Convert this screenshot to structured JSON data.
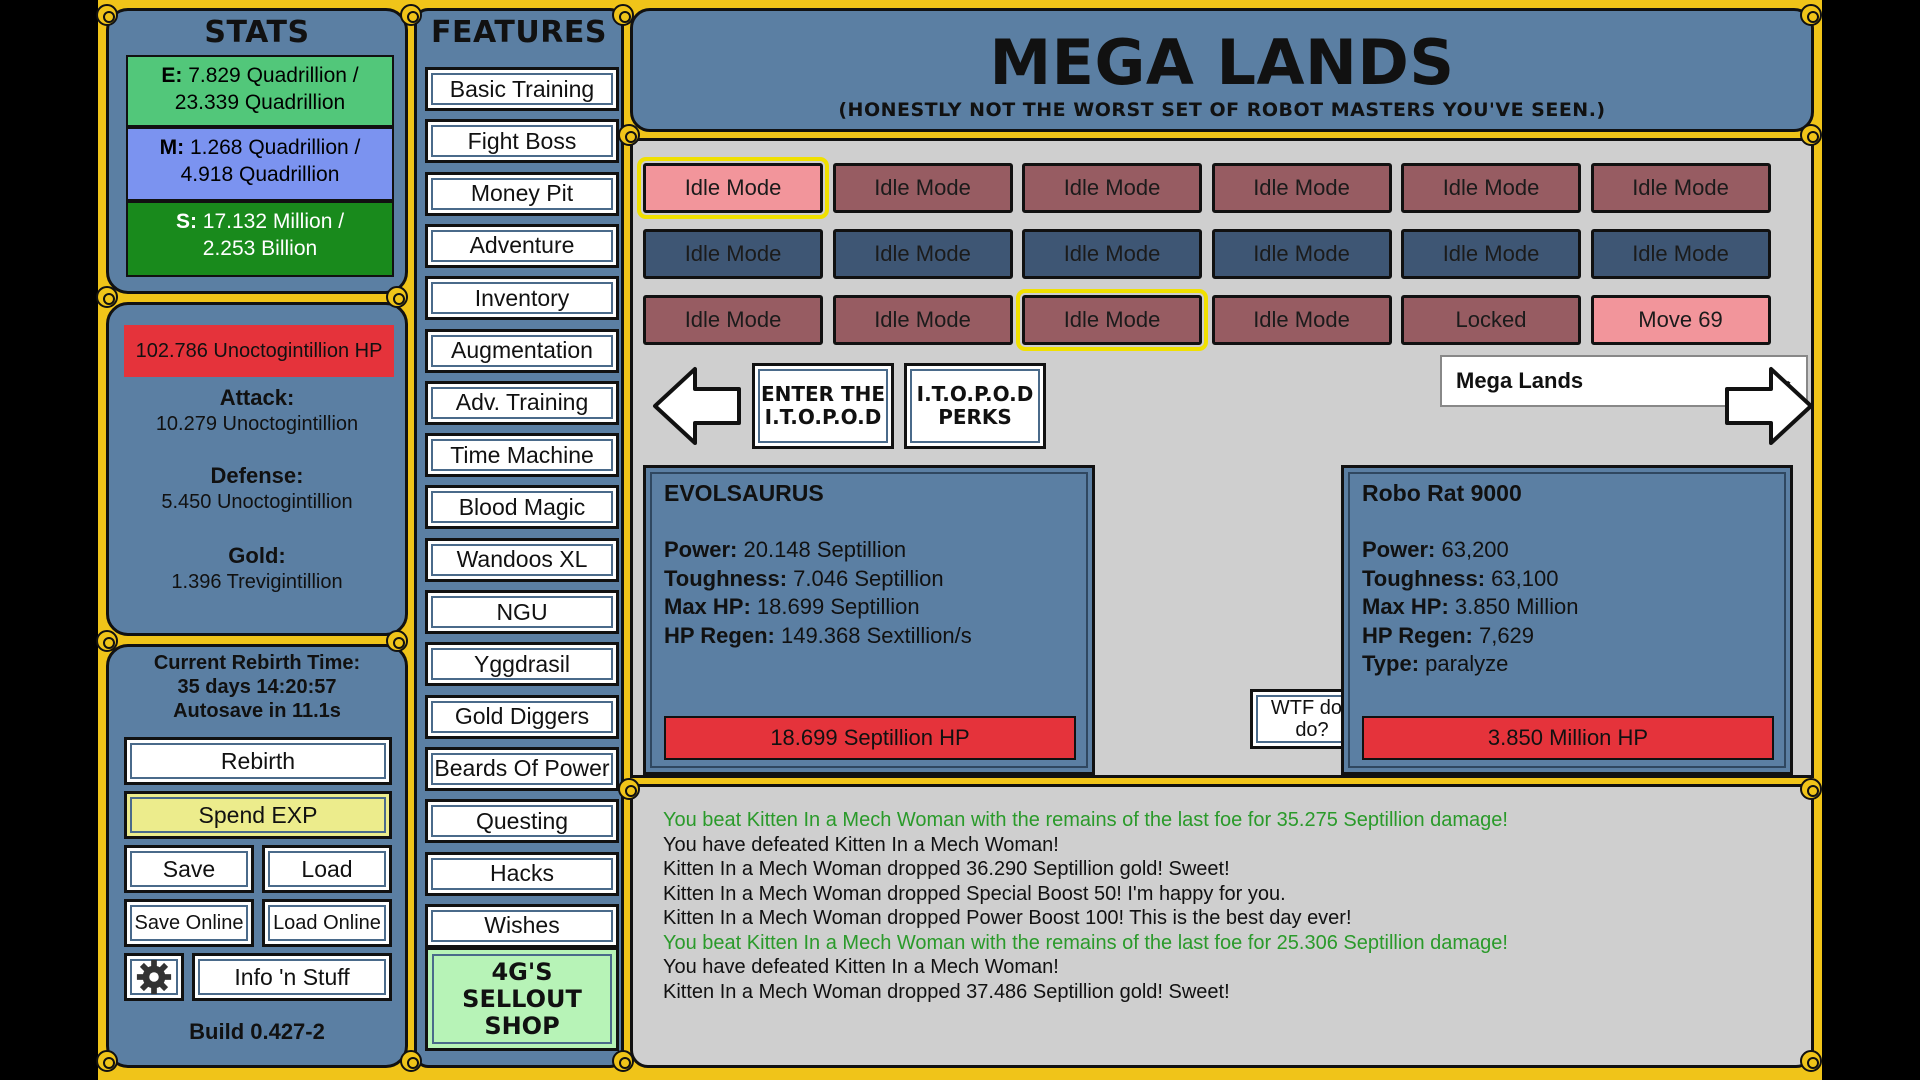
{
  "stats": {
    "title": "STATS",
    "energy_label": "E:",
    "energy_value": "7.829 Quadrillion /",
    "energy_max": "23.339 Quadrillion",
    "magic_label": "M:",
    "magic_value": "1.268 Quadrillion /",
    "magic_max": "4.918 Quadrillion",
    "seeds_label": "S:",
    "seeds_value": "17.132 Million /",
    "seeds_max": "2.253 Billion"
  },
  "player": {
    "hp": "102.786 Unoctogintillion HP",
    "attack_label": "Attack:",
    "attack": "10.279 Unoctogintillion",
    "defense_label": "Defense:",
    "defense": "5.450 Unoctogintillion",
    "gold_label": "Gold:",
    "gold": "1.396 Trevigintillion"
  },
  "rebirth": {
    "label": "Current Rebirth Time:",
    "time": "35 days 14:20:57",
    "autosave": "Autosave in 11.1s",
    "rebirth_btn": "Rebirth",
    "spend_exp_btn": "Spend EXP",
    "save_btn": "Save",
    "load_btn": "Load",
    "save_online_btn": "Save Online",
    "load_online_btn": "Load Online",
    "info_btn": "Info 'n Stuff",
    "build": "Build 0.427-2"
  },
  "features": {
    "title": "FEATURES",
    "items": [
      "Basic Training",
      "Fight Boss",
      "Money Pit",
      "Adventure",
      "Inventory",
      "Augmentation",
      "Adv. Training",
      "Time Machine",
      "Blood Magic",
      "Wandoos XL",
      "NGU",
      "Yggdrasil",
      "Gold Diggers",
      "Beards Of Power",
      "Questing",
      "Hacks",
      "Wishes"
    ],
    "shop_line1": "4G'S",
    "shop_line2": "SELLOUT",
    "shop_line3": "SHOP"
  },
  "zone": {
    "title": "MEGA LANDS",
    "subtitle": "(HONESTLY NOT THE WORST SET OF ROBOT MASTERS YOU'VE SEEN.)",
    "dropdown_value": "Mega Lands",
    "itopod_enter_1": "ENTER THE",
    "itopod_enter_2": "I.T.O.P.O.D",
    "itopod_perks_1": "I.T.O.P.O.D",
    "itopod_perks_2": "PERKS",
    "help_btn_1": "WTF do I",
    "help_btn_2": "do?"
  },
  "loadout": {
    "row1": [
      "Idle Mode",
      "Idle Mode",
      "Idle Mode",
      "Idle Mode",
      "Idle Mode",
      "Idle Mode"
    ],
    "row2": [
      "Idle Mode",
      "Idle Mode",
      "Idle Mode",
      "Idle Mode",
      "Idle Mode",
      "Idle Mode"
    ],
    "row3": [
      "Idle Mode",
      "Idle Mode",
      "Idle Mode",
      "Idle Mode",
      "Locked",
      "Move 69"
    ]
  },
  "you": {
    "name": "EVOLSAURUS",
    "power_label": "Power:",
    "power": "20.148 Septillion",
    "tough_label": "Toughness:",
    "tough": "7.046 Septillion",
    "maxhp_label": "Max HP:",
    "maxhp": "18.699 Septillion",
    "regen_label": "HP Regen:",
    "regen": "149.368 Sextillion/s",
    "hp": "18.699 Septillion HP"
  },
  "enemy": {
    "name": "Robo Rat 9000",
    "power_label": "Power:",
    "power": "63,200",
    "tough_label": "Toughness:",
    "tough": "63,100",
    "maxhp_label": "Max HP:",
    "maxhp": "3.850 Million",
    "regen_label": "HP Regen:",
    "regen": "7,629",
    "type_label": "Type:",
    "type": "paralyze",
    "hp": "3.850 Million HP"
  },
  "log": [
    {
      "text": "You beat Kitten In a Mech Woman with the remains of the last foe for 35.275 Septillion damage!",
      "green": true
    },
    {
      "text": "You have defeated Kitten In a Mech Woman!",
      "green": false
    },
    {
      "text": "Kitten In a Mech Woman dropped 36.290 Septillion gold! Sweet!",
      "green": false
    },
    {
      "text": "Kitten In a Mech Woman dropped Special Boost 50! I'm happy for you.",
      "green": false
    },
    {
      "text": "Kitten In a Mech Woman dropped Power Boost 100! This is the best day ever!",
      "green": false
    },
    {
      "text": "You beat Kitten In a Mech Woman with the remains of the last foe for 25.306 Septillion damage!",
      "green": true
    },
    {
      "text": "You have defeated Kitten In a Mech Woman!",
      "green": false
    },
    {
      "text": "Kitten In a Mech Woman dropped 37.486 Septillion gold! Sweet!",
      "green": false
    }
  ],
  "colors": {
    "frame": "#f0c419",
    "panel": "#5b7fa3",
    "energy": "#52c77a",
    "magic": "#7b93f0",
    "seeds": "#198a1c",
    "hp_bar": "#e5333b",
    "spend_exp": "#ecec8c",
    "shop": "#b7f3b7"
  },
  "icons": {
    "settings": "gear-icon",
    "prev": "left-arrow-icon",
    "next": "right-arrow-icon",
    "dropdown": "chevron-down-icon"
  }
}
